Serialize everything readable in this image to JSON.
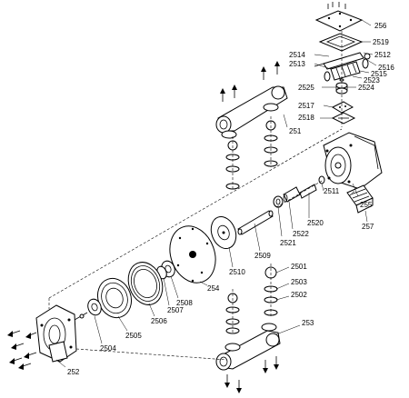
{
  "labels": {
    "p256": "256",
    "p2519": "2519",
    "p2514": "2514",
    "p2512": "2512",
    "p2513": "2513",
    "p2516": "2516",
    "p2515": "2515",
    "p2523": "2523",
    "p2525": "2525",
    "p2524": "2524",
    "p2517": "2517",
    "p2518": "2518",
    "p251": "251",
    "p255": "255",
    "p2511": "2511",
    "p2520": "2520",
    "p2522": "2522",
    "p2521": "2521",
    "p257": "257",
    "p2509": "2509",
    "p2510": "2510",
    "p254": "254",
    "p2501": "2501",
    "p2503": "2503",
    "p2502": "2502",
    "p2508": "2508",
    "p2507": "2507",
    "p2506": "2506",
    "p2505": "2505",
    "p2504": "2504",
    "p253": "253",
    "p252": "252"
  }
}
